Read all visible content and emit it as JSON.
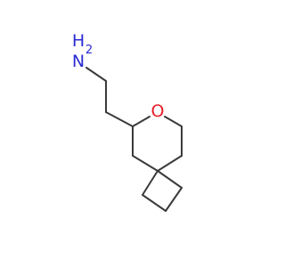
{
  "molecule": {
    "atoms": {
      "amine": {
        "element": "N",
        "hydrogens": "H",
        "count": "2",
        "color": "#2a2ad4"
      },
      "ring_oxygen": {
        "element": "O",
        "color": "#e8202a"
      }
    },
    "bond_color": "#3a3a3a"
  }
}
